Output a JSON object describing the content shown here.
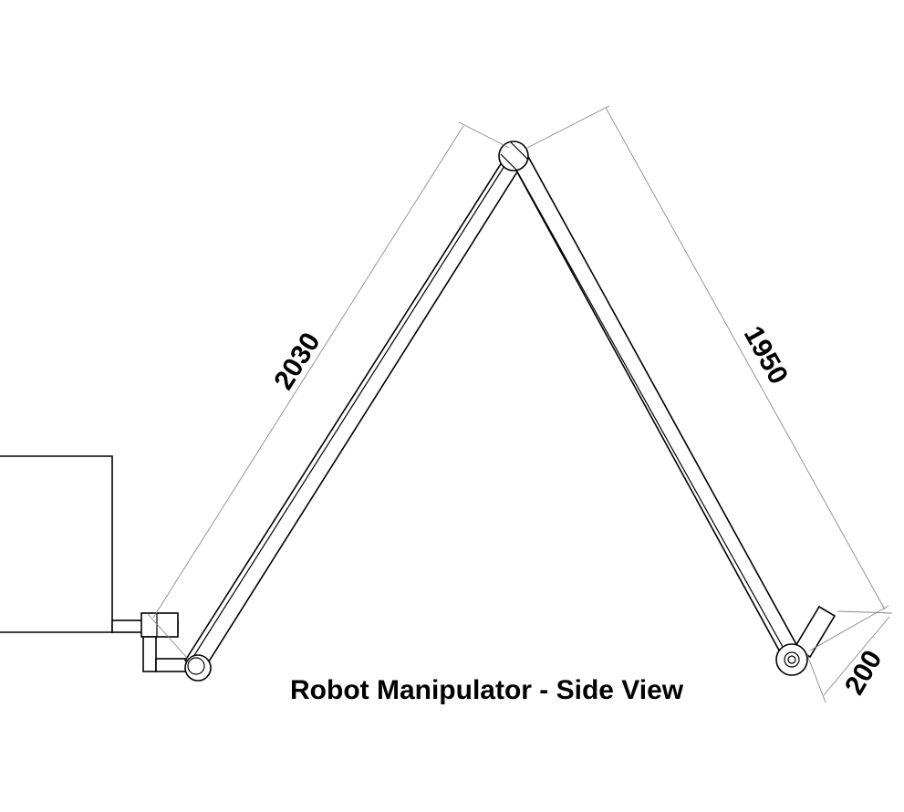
{
  "title": "Robot Manipulator - Side View",
  "dimensions": {
    "link1_length": "2030",
    "link2_length": "1950",
    "end_effector_length": "200"
  },
  "colors": {
    "line": "#000000",
    "dimension_line": "#8a8a8a",
    "background": "#ffffff"
  }
}
